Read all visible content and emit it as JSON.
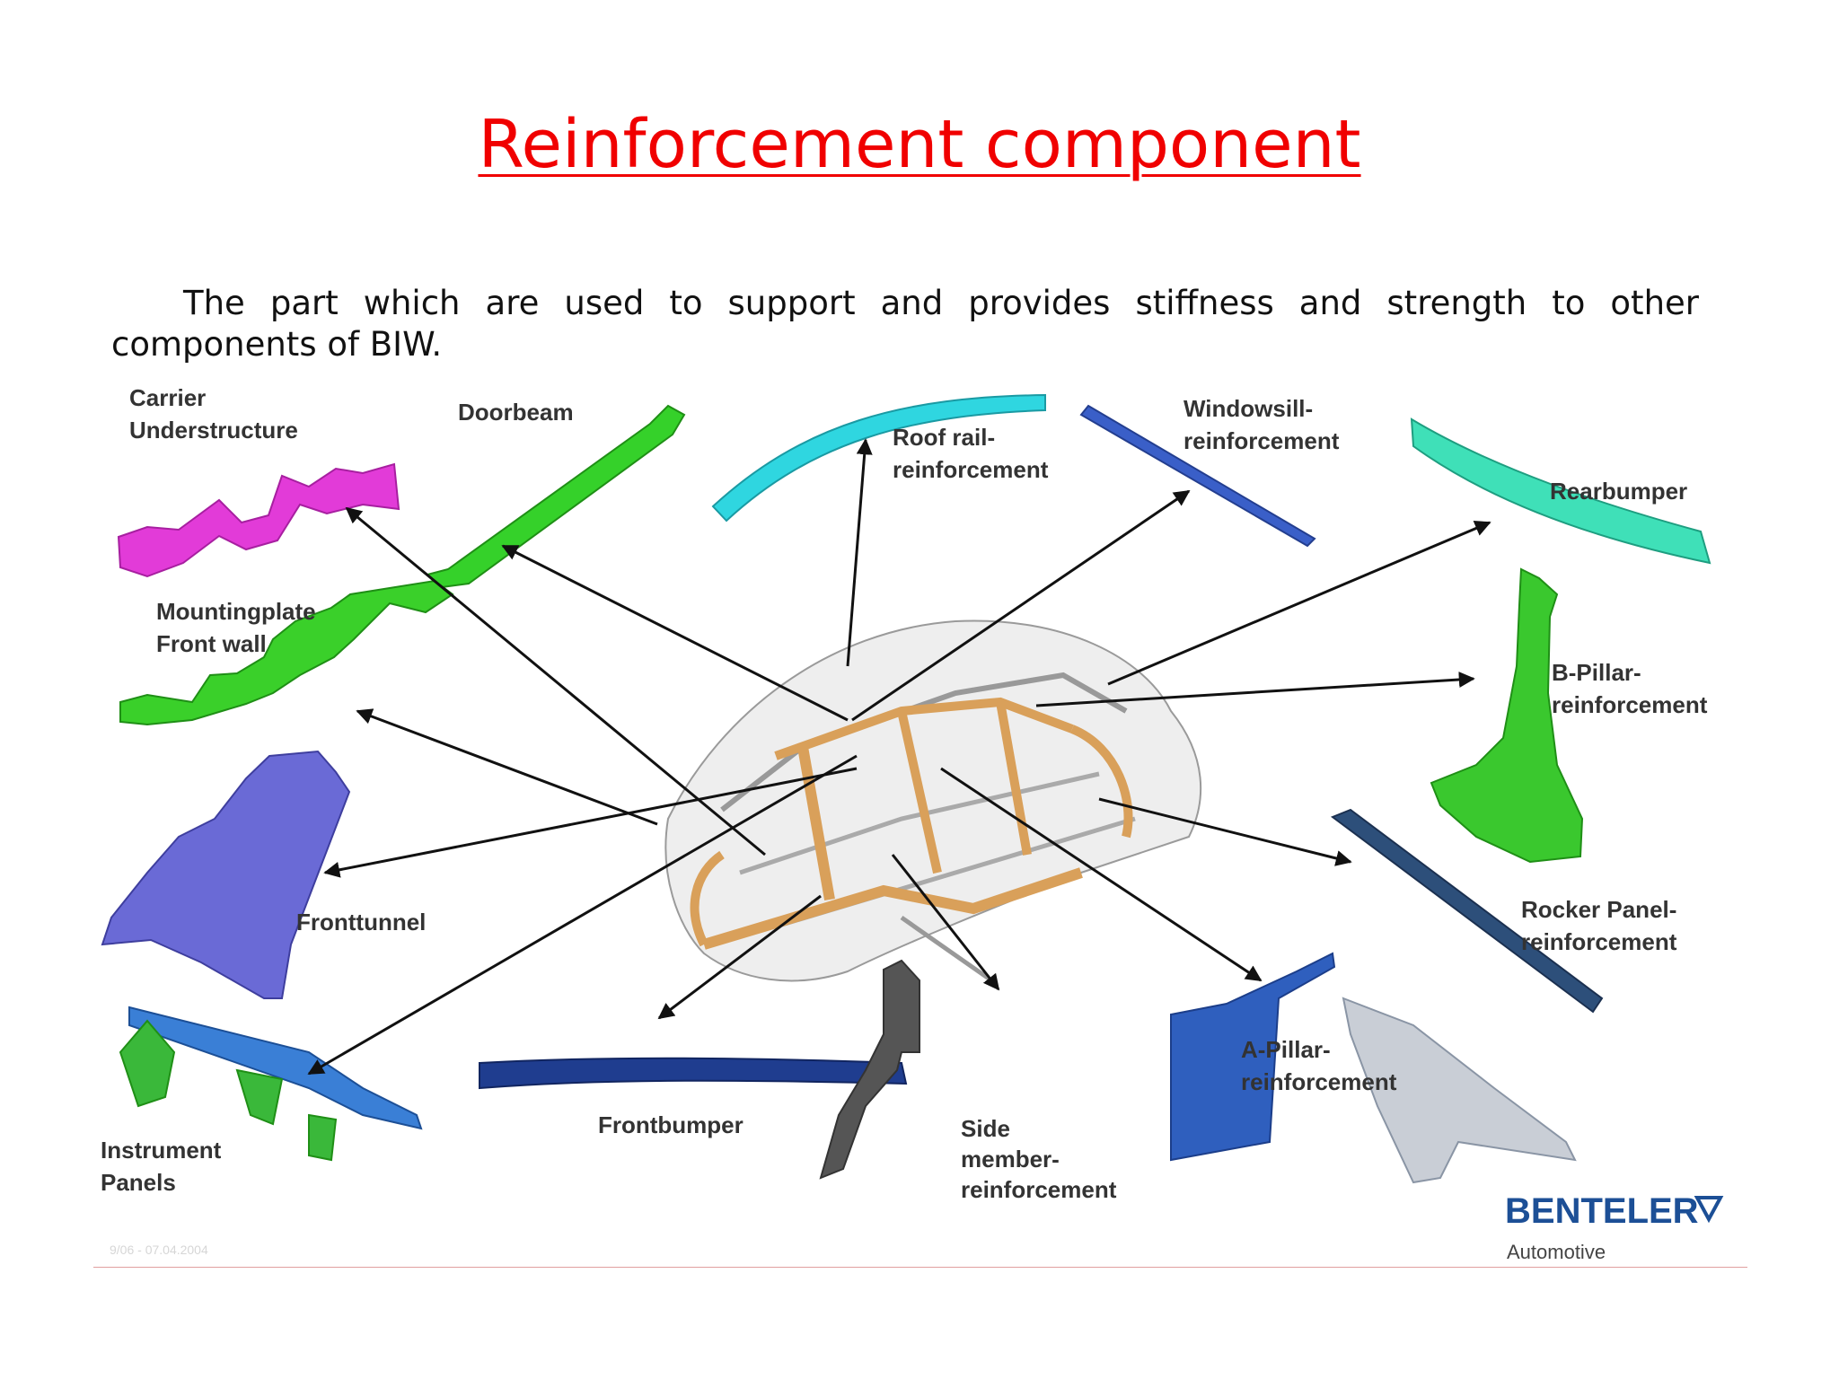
{
  "slide": {
    "title": "Reinforcement component",
    "description": "The part which are used to support and provides stiffness and strength to other components of BIW."
  },
  "diagram": {
    "labels": {
      "carrier": [
        "Carrier",
        "Understructure"
      ],
      "doorbeam": [
        "Doorbeam"
      ],
      "roof_rail": [
        "Roof rail-",
        "reinforcement"
      ],
      "windowsill": [
        "Windowsill-",
        "reinforcement"
      ],
      "rearbumper": [
        "Rearbumper"
      ],
      "mounting_plate": [
        "Mountingplate",
        "Front wall"
      ],
      "b_pillar": [
        "B-Pillar-",
        "reinforcement"
      ],
      "fronttunnel": [
        "Fronttunnel"
      ],
      "rocker_panel": [
        "Rocker Panel-",
        "reinforcement"
      ],
      "a_pillar": [
        "A-Pillar-",
        "reinforcement"
      ],
      "instrument_panels": [
        "Instrument",
        "Panels"
      ],
      "frontbumper": [
        "Frontbumper"
      ],
      "side_member": [
        "Side",
        "member-",
        "reinforcement"
      ]
    },
    "brand": {
      "name": "BENTELER",
      "sub": "Automotive"
    },
    "footer_note": "9/06 - 07.04.2004",
    "colors": {
      "title": "#f00000",
      "carrier": "#e23bd8",
      "doorbeam": "#35d12a",
      "roof_rail": "#2fd6e0",
      "windowsill": "#3a5fc8",
      "rearbumper": "#3fe0b8",
      "mounting_plate": "#3ad02a",
      "b_pillar": "#3ac82e",
      "fronttunnel": "#6a6ad6",
      "rocker_panel": "#2d4f7a",
      "a_pillar": "#2f5fbe",
      "instrument_panels": "#3ab83a",
      "frontbumper": "#1f3d8f",
      "side_member": "#555555",
      "car_frame": "#d9a05a",
      "brand": "#1c4f96"
    }
  }
}
